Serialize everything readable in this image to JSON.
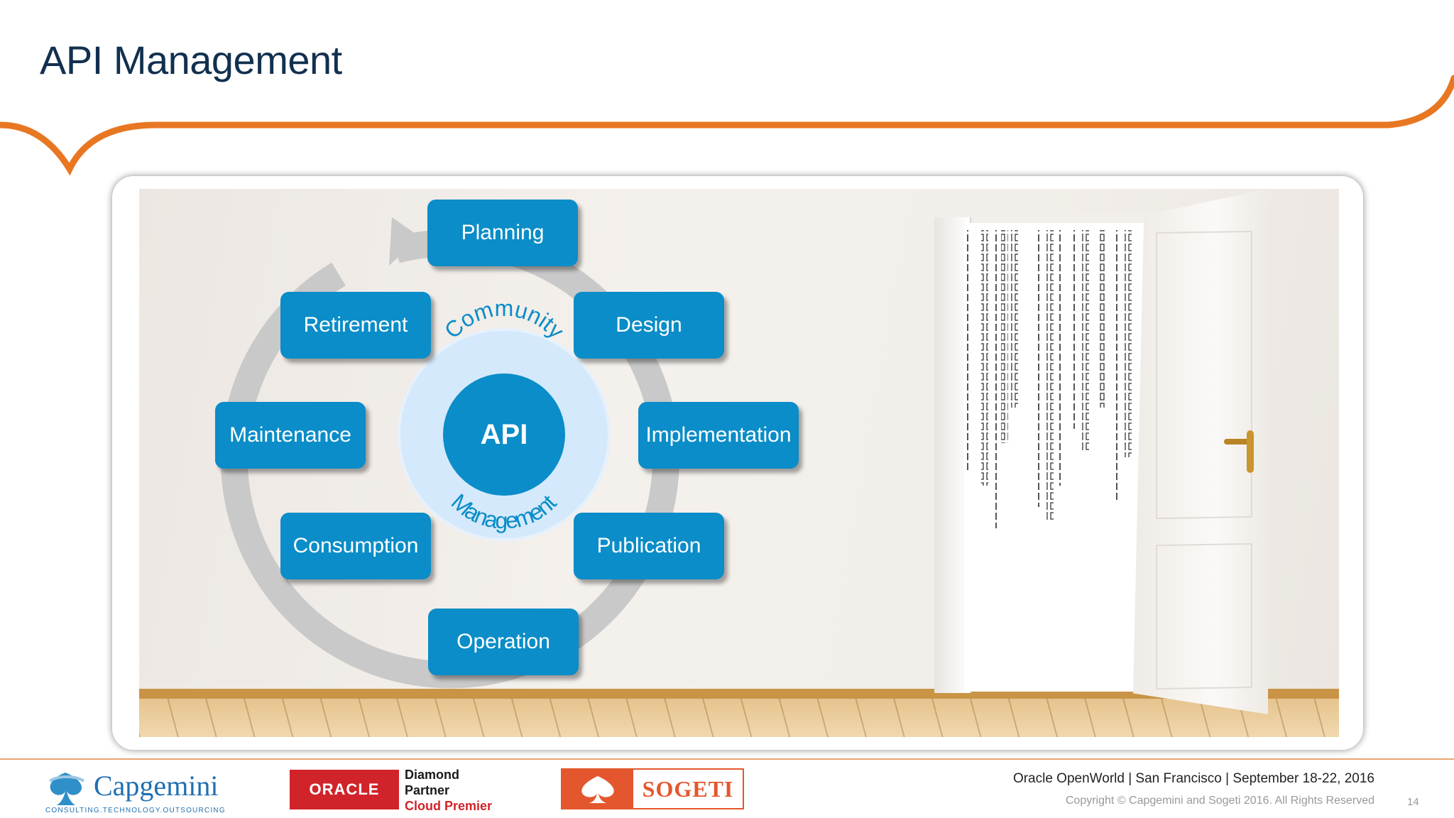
{
  "title": "API Management",
  "diagram": {
    "stages": [
      "Planning",
      "Design",
      "Implementation",
      "Publication",
      "Operation",
      "Consumption",
      "Maintenance",
      "Retirement"
    ],
    "center": "API",
    "ring_top": "Community",
    "ring_bottom": "Management"
  },
  "footer": {
    "capgemini_name": "Capgemini",
    "capgemini_tagline": "CONSULTING.TECHNOLOGY.OUTSOURCING",
    "oracle_logo": "ORACLE",
    "oracle_line1": "Diamond",
    "oracle_line2": "Partner",
    "oracle_line3": "Cloud Premier",
    "sogeti": "SOGETI",
    "event": "Oracle OpenWorld | San Francisco | September 18-22, 2016",
    "copyright": "Copyright © Capgemini and Sogeti 2016. All Rights Reserved",
    "page": "14"
  },
  "colors": {
    "accent": "#e87722",
    "box": "#0a8dc8",
    "title": "#12304f",
    "ring": "#d4e9fb"
  }
}
